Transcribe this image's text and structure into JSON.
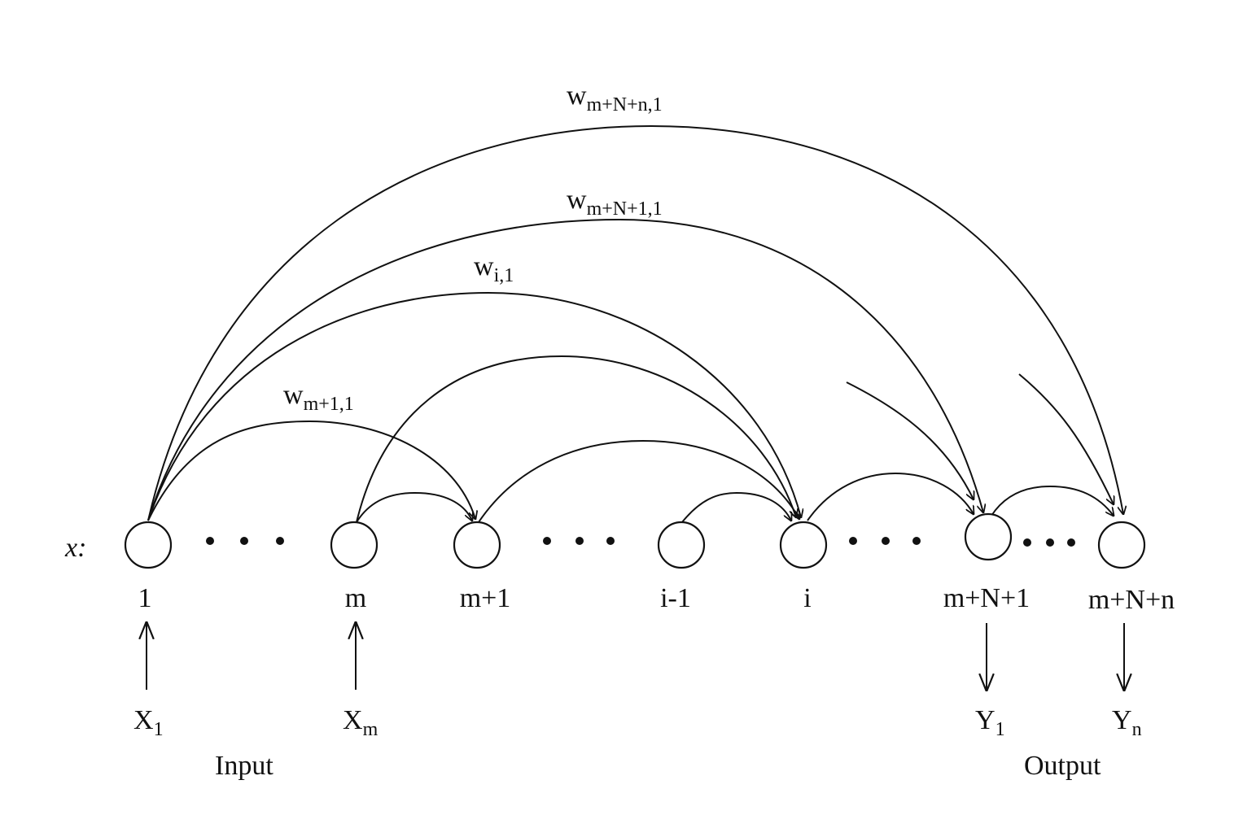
{
  "diagram": {
    "vector_label": "x:",
    "nodes": [
      {
        "id": "n1",
        "label": "1"
      },
      {
        "id": "nm",
        "label": "m"
      },
      {
        "id": "nm1",
        "label": "m+1"
      },
      {
        "id": "ni1",
        "label": "i-1"
      },
      {
        "id": "ni",
        "label": "i"
      },
      {
        "id": "nmN1",
        "label": "m+N+1"
      },
      {
        "id": "nmNn",
        "label": "m+N+n"
      }
    ],
    "weights": {
      "w_top": {
        "base": "w",
        "sub": "m+N+n,1"
      },
      "w_second": {
        "base": "w",
        "sub": "m+N+1,1"
      },
      "w_i": {
        "base": "w",
        "sub": "i,1"
      },
      "w_m1": {
        "base": "w",
        "sub": "m+1,1"
      }
    },
    "inputs": [
      {
        "base": "X",
        "sub": "1"
      },
      {
        "base": "X",
        "sub": "m"
      }
    ],
    "outputs": [
      {
        "base": "Y",
        "sub": "1"
      },
      {
        "base": "Y",
        "sub": "n"
      }
    ],
    "input_caption": "Input",
    "output_caption": "Output"
  }
}
